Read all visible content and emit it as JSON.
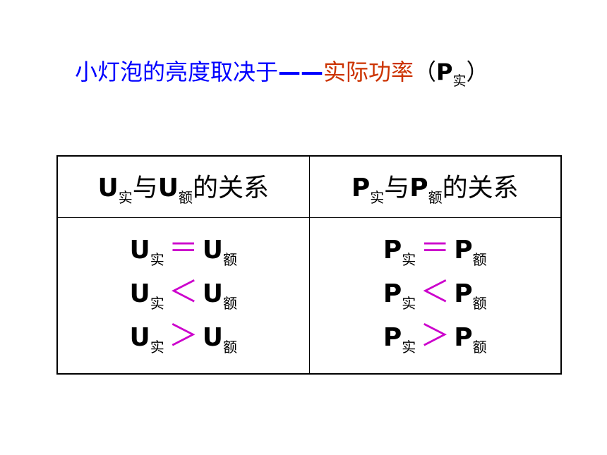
{
  "title": {
    "part1": "小灯泡的亮度取决于",
    "dash": "——",
    "part2": "实际功率",
    "open_paren": "（",
    "symbol": "P",
    "subscript": "实",
    "close_paren": "）"
  },
  "table": {
    "headers": [
      {
        "sym1": "U",
        "sub1": "实",
        "link": "与",
        "sym2": "U",
        "sub2": "额",
        "tail": "的关系"
      },
      {
        "sym1": "P",
        "sub1": "实",
        "link": "与",
        "sym2": "P",
        "sub2": "额",
        "tail": "的关系"
      }
    ],
    "u_rows": [
      {
        "left": "U",
        "left_sub": "实",
        "op": "＝",
        "right": "U",
        "right_sub": "额"
      },
      {
        "left": "U",
        "left_sub": "实",
        "op": "＜",
        "right": "U",
        "right_sub": "额"
      },
      {
        "left": "U",
        "left_sub": "实",
        "op": "＞",
        "right": "U",
        "right_sub": "额"
      }
    ],
    "p_rows": [
      {
        "left": "P",
        "left_sub": "实",
        "op": "＝",
        "right": "P",
        "right_sub": "额"
      },
      {
        "left": "P",
        "left_sub": "实",
        "op": "＜",
        "right": "P",
        "right_sub": "额"
      },
      {
        "left": "P",
        "left_sub": "实",
        "op": "＞",
        "right": "P",
        "right_sub": "额"
      }
    ]
  },
  "colors": {
    "title_blue": "#0000ff",
    "title_orange": "#cc3300",
    "operator_magenta": "#cc00cc"
  }
}
